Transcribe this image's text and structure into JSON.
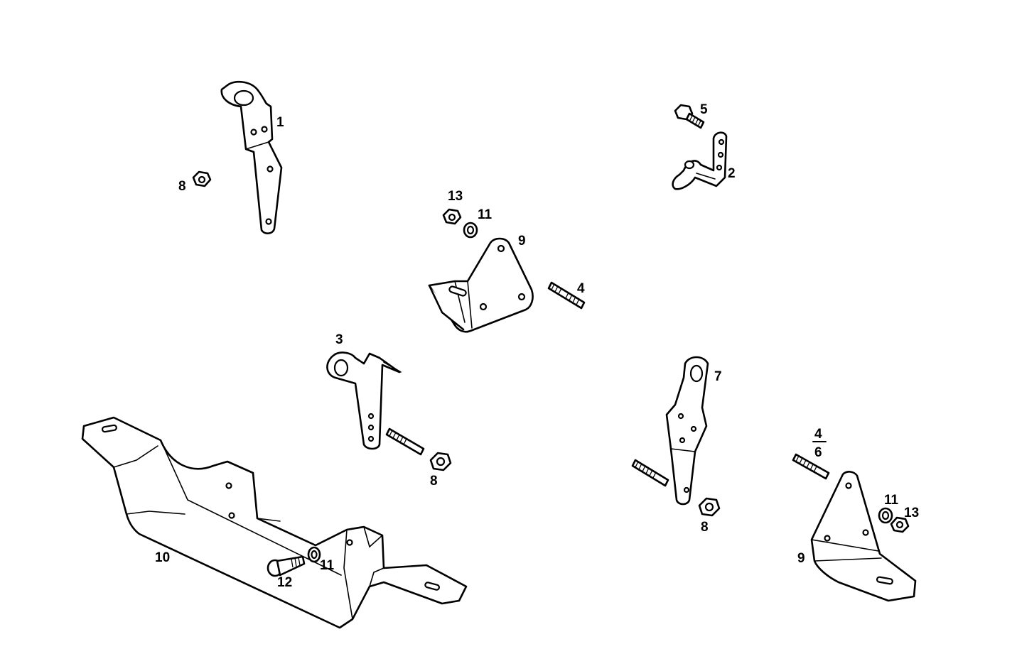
{
  "callouts": {
    "c1": "1",
    "c2": "2",
    "c3": "3",
    "c4a": "4",
    "c4b": "4",
    "c5": "5",
    "c6": "6",
    "c7": "7",
    "c8a": "8",
    "c8b": "8",
    "c8c": "8",
    "c9a": "9",
    "c9b": "9",
    "c10": "10",
    "c11a": "11",
    "c11b": "11",
    "c11c": "11",
    "c12": "12",
    "c13a": "13",
    "c13b": "13"
  },
  "colors": {
    "line": "#000000",
    "background": "#ffffff"
  }
}
